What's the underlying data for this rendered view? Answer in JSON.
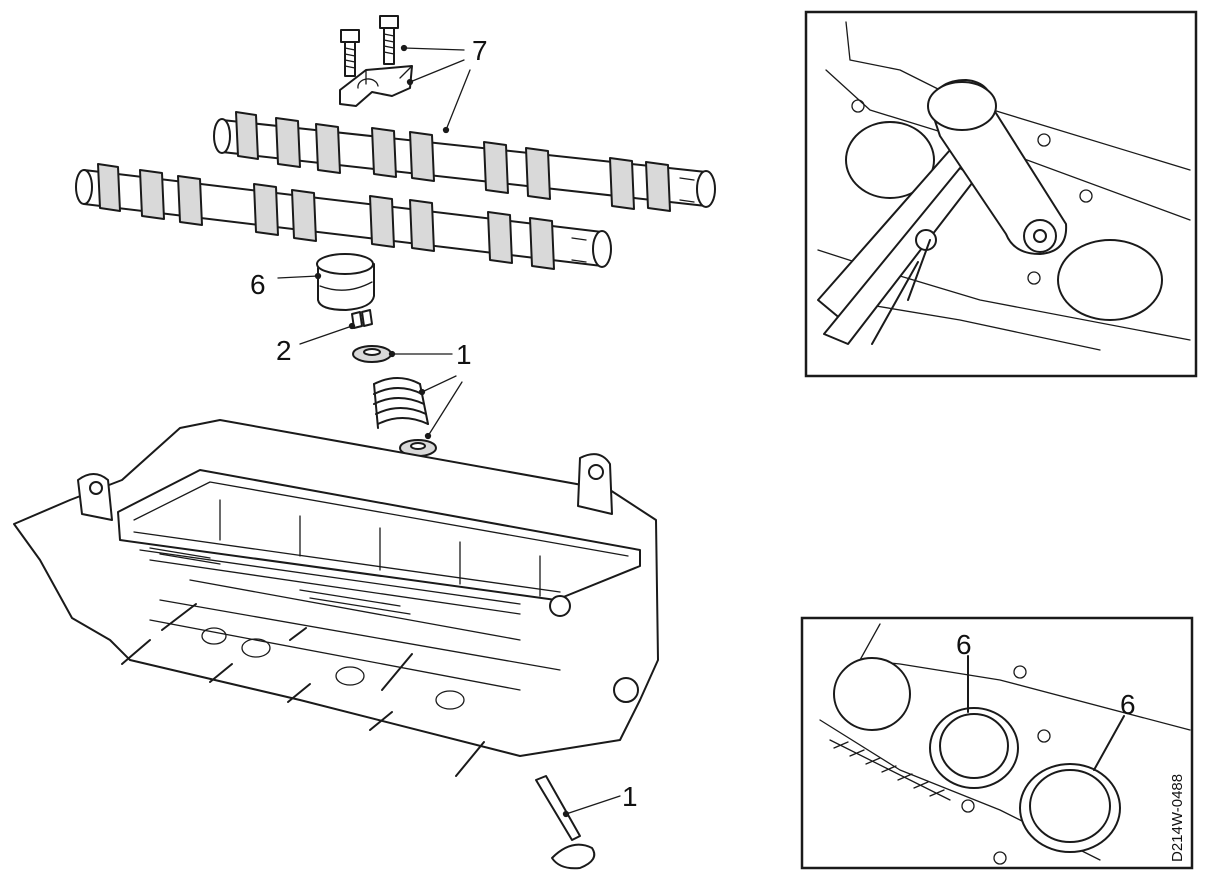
{
  "callouts": {
    "c7": "7",
    "c6": "6",
    "c2": "2",
    "c1_spring": "1",
    "c1_valve": "1",
    "inset_bottom_left_6": "6",
    "inset_bottom_right_6": "6"
  },
  "figure_code": "D214W-0488"
}
